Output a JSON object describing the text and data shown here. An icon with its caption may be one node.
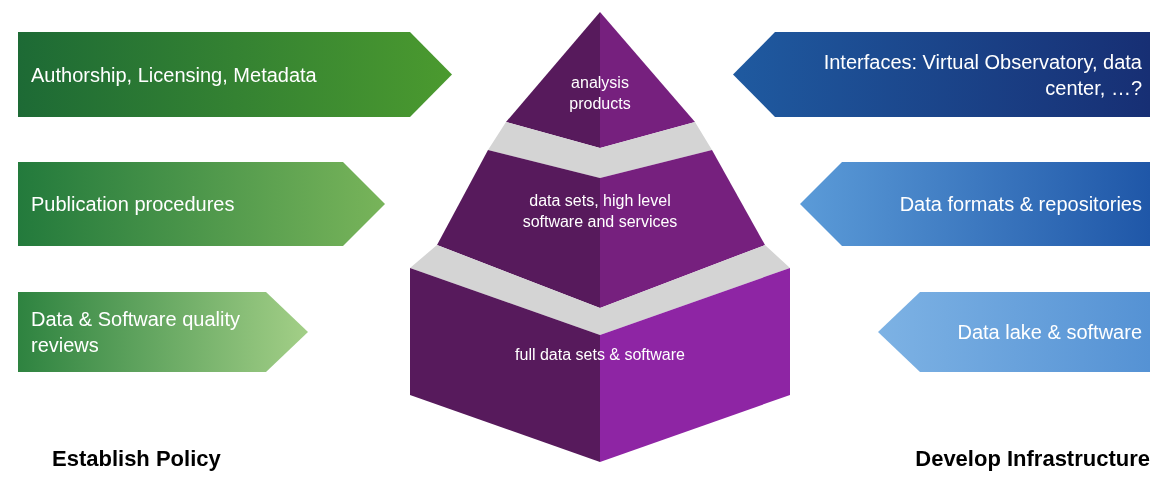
{
  "diagram": {
    "nodes": [
      {
        "text": [
          "Authorship, Licensing, Metadata"
        ]
      },
      {
        "text": [
          "analysis products"
        ]
      },
      {
        "text": [
          "Interfaces: Virtual Observatory, data center, …?"
        ]
      },
      {
        "text": [
          "Publication procedures"
        ]
      },
      {
        "text": [
          "data sets, high level software and services"
        ]
      },
      {
        "text": [
          "Data formats & repositories"
        ]
      },
      {
        "text": [
          "Data & Software quality reviews"
        ]
      },
      {
        "text": [
          "full data sets & software"
        ]
      },
      {
        "text": [
          "Data lake & software"
        ]
      }
    ],
    "labels": [
      "Establish Policy",
      "Develop Infrastructure"
    ]
  }
}
